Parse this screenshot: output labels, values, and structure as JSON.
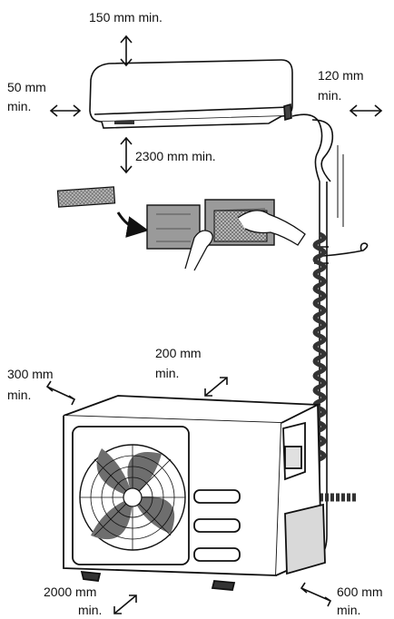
{
  "labels": {
    "top_clearance": "150 mm min.",
    "left_clearance_line1": "50 mm",
    "left_clearance_line2": "min.",
    "right_clearance_line1": "120 mm",
    "right_clearance_line2": "min.",
    "floor_clearance": "2300 mm min.",
    "outdoor_left_line1": "300 mm",
    "outdoor_left_line2": "min.",
    "outdoor_top_line1": "200 mm",
    "outdoor_top_line2": "min.",
    "outdoor_front_line1": "2000 mm",
    "outdoor_front_line2": "min.",
    "outdoor_right_line1": "600 mm",
    "outdoor_right_line2": "min."
  },
  "colors": {
    "line": "#111111",
    "shade": "#6e6e6e",
    "filter": "#9a9a9a",
    "background": "#ffffff"
  },
  "icons": [
    "double-arrow-icon",
    "curved-arrow-icon",
    "fan-icon",
    "hand-icon"
  ]
}
